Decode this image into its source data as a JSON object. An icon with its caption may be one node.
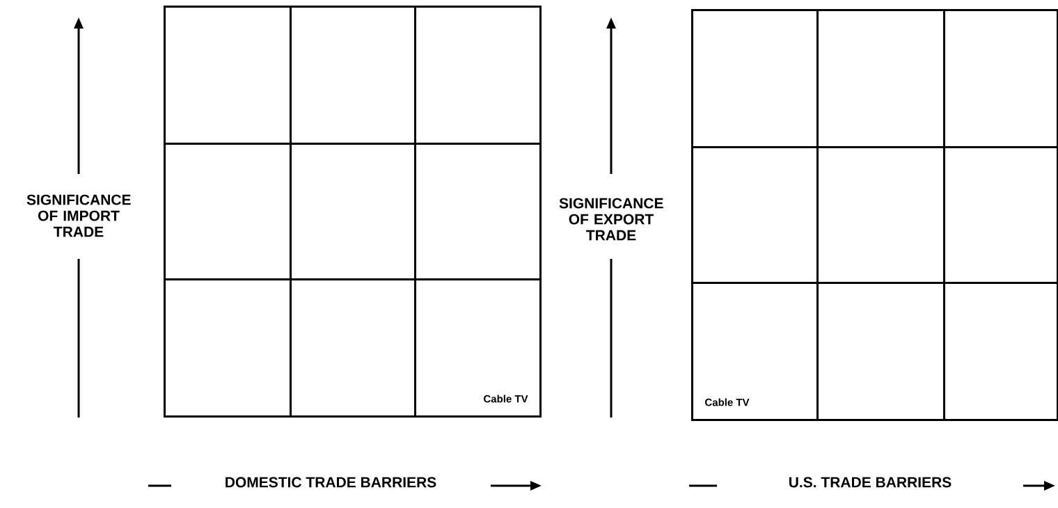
{
  "diagram": {
    "nodes": [
      {
        "text": [],
        "shape": "box"
      },
      {
        "text": [],
        "shape": "box"
      },
      {
        "text": [],
        "shape": "box"
      },
      {
        "text": [],
        "shape": "box"
      },
      {
        "text": [],
        "shape": "box"
      },
      {
        "text": [],
        "shape": "box"
      },
      {
        "text": [],
        "shape": "box"
      },
      {
        "text": [],
        "shape": "box"
      },
      {
        "text": [
          "Cable TV"
        ]
      },
      {
        "text": [],
        "shape": "box"
      },
      {
        "text": [],
        "shape": "box"
      },
      {
        "text": [],
        "shape": "box"
      },
      {
        "text": [],
        "shape": "box"
      },
      {
        "text": [],
        "shape": "box"
      },
      {
        "text": [],
        "shape": "box"
      },
      {
        "text": [
          "Cable TV"
        ]
      },
      {
        "text": [],
        "shape": "box"
      },
      {
        "text": [],
        "shape": "box"
      }
    ],
    "labels": [
      "SIGNIFICANCE OF IMPORT TRADE",
      "SIGNIFICANCE OF EXPORT TRADE",
      "DOMESTIC TRADE BARRIERS",
      "U.S. TRADE BARRIERS"
    ]
  }
}
